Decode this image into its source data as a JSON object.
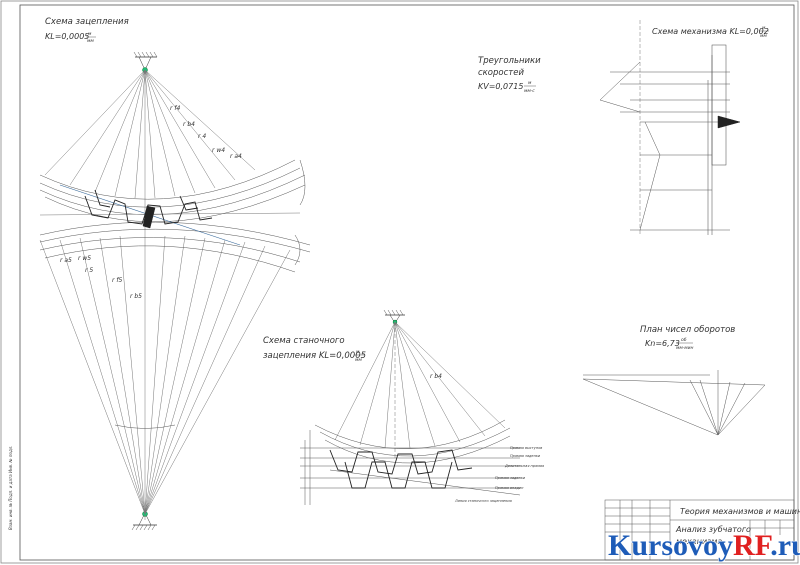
{
  "titles": {
    "mesh_scheme": "Схема зацепления",
    "mesh_scale": "KL=0,0005",
    "mesh_scale_unit_num": "м",
    "mesh_scale_unit_den": "мм",
    "velocity_title_1": "Треугольники",
    "velocity_title_2": "скоростей",
    "velocity_scale": "KV=0,0715",
    "velocity_unit_num": "м",
    "velocity_unit_den": "мм·с",
    "mechanism_scheme": "Схема механизма KL=0,002",
    "mechanism_unit_num": "м",
    "mechanism_unit_den": "мм",
    "machine_mesh_1": "Схема станочного",
    "machine_mesh_2": "зацепления KL=0,0005",
    "machine_unit_num": "м",
    "machine_unit_den": "мм",
    "rpm_plan": "План чисел оборотов",
    "rpm_scale": "Kn=6,73",
    "rpm_unit_num": "об",
    "rpm_unit_den": "мм·мин"
  },
  "radius_labels": [
    "r f4",
    "r b4",
    "r 4",
    "r w4",
    "r a4",
    "r a5",
    "r w5",
    "r 5",
    "r f5",
    "r b5",
    "r b4"
  ],
  "machine_lines": [
    "Прямая выступов",
    "Прямая заделки",
    "Делительная прямая",
    "Прямая заделки",
    "Прямая впадин",
    "Линия станочного зацепления"
  ],
  "title_block": {
    "line1": "Теория механизмов и машин",
    "line2": "Анализ зубчатого",
    "line3": "механизма"
  },
  "watermark": {
    "part1": "Kursovoy",
    "part2": "RF",
    "part3": ".ru"
  },
  "side_stamp": "Взам. инв. № Подп. и дата Инв. № подл."
}
